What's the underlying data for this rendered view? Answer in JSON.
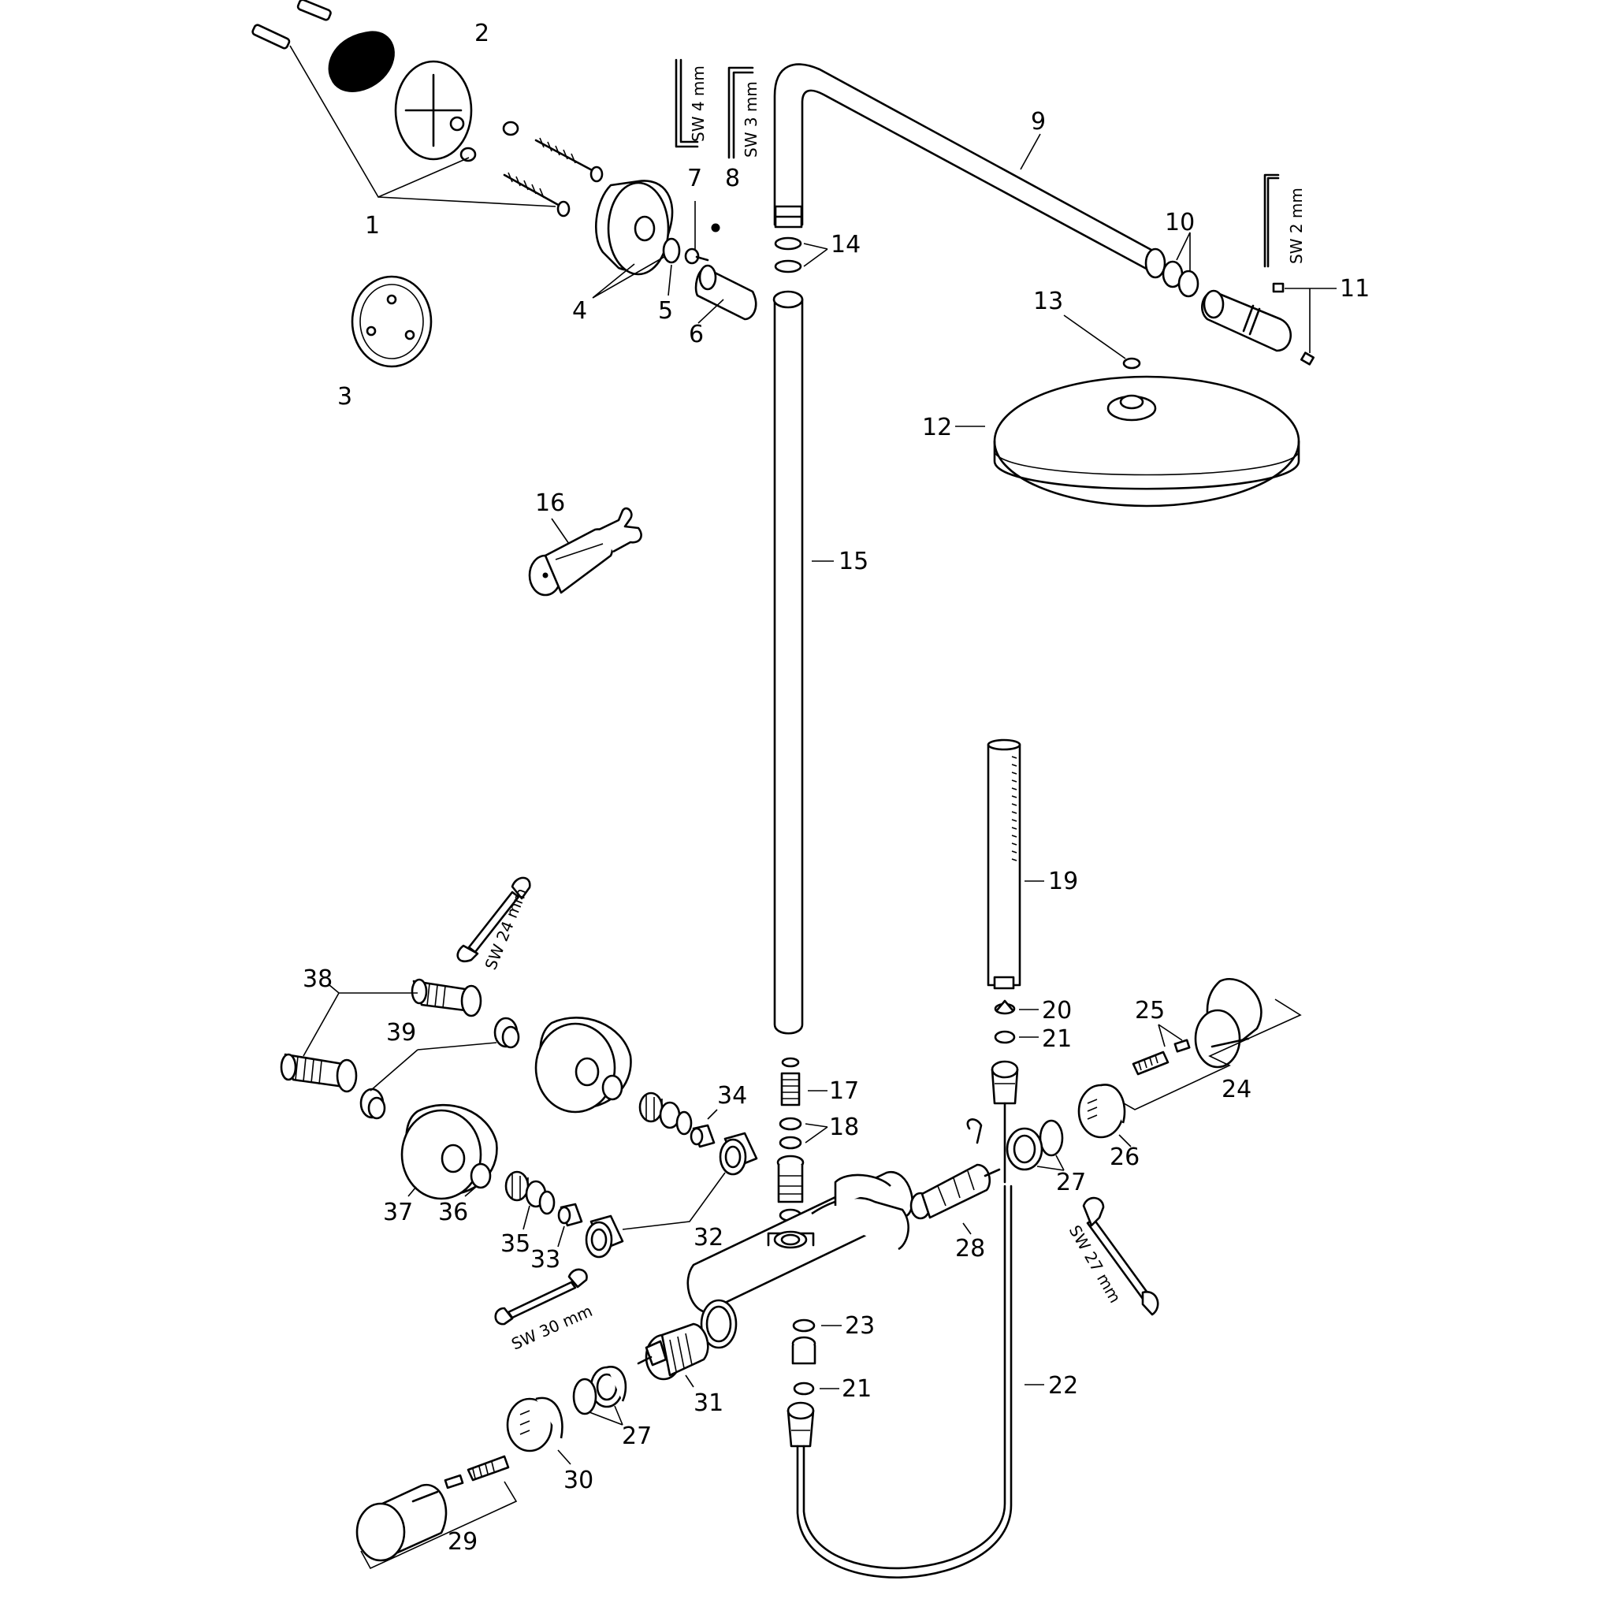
{
  "callouts": [
    "1",
    "2",
    "3",
    "4",
    "5",
    "6",
    "7",
    "8",
    "9",
    "10",
    "11",
    "12",
    "13",
    "14",
    "15",
    "16",
    "17",
    "18",
    "19",
    "20",
    "21",
    "21",
    "22",
    "23",
    "24",
    "25",
    "26",
    "27",
    "27",
    "28",
    "29",
    "30",
    "31",
    "32",
    "33",
    "34",
    "35",
    "36",
    "37",
    "38",
    "39"
  ],
  "tools": {
    "sw4": "SW 4 mm",
    "sw3": "SW 3 mm",
    "sw2": "SW 2 mm",
    "sw24": "SW 24 mm",
    "sw27": "SW 27 mm",
    "sw30": "SW 30 mm"
  },
  "colors": {
    "line": "#000000",
    "background": "#ffffff"
  }
}
